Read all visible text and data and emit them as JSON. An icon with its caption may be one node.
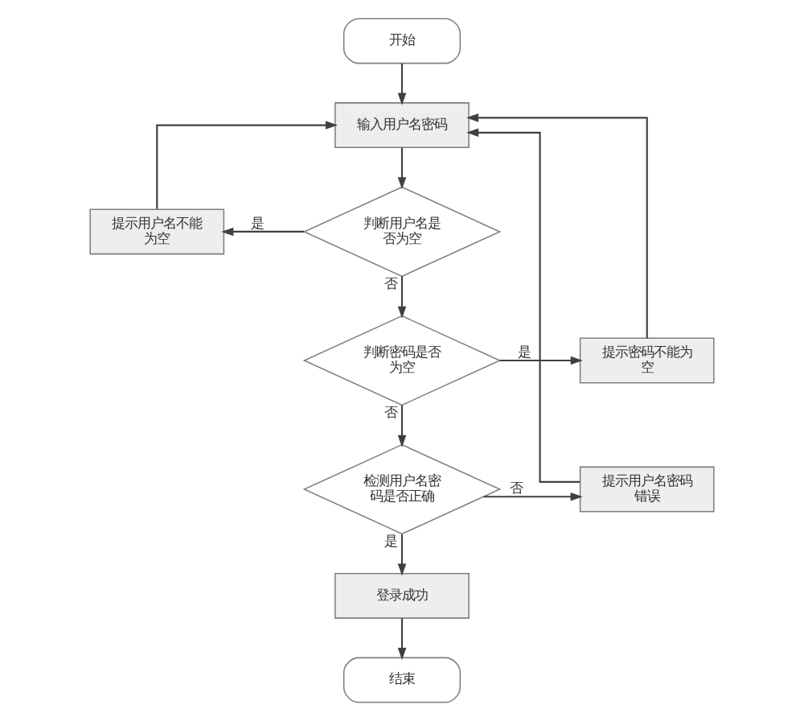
{
  "diagram": {
    "nodes": [
      {
        "text": [
          "开始"
        ]
      },
      {
        "text": [
          "输入用户名密码"
        ]
      },
      {
        "text": [
          "判断用户名是否为空"
        ]
      },
      {
        "text": [
          "提示用户名不能为空"
        ]
      },
      {
        "text": [
          "判断密码是否为空"
        ]
      },
      {
        "text": [
          "提示密码不能为空"
        ]
      },
      {
        "text": [
          "检测用户名密码是否正确"
        ]
      },
      {
        "text": [
          "提示用户名密码错误"
        ]
      },
      {
        "text": [
          "登录成功"
        ]
      },
      {
        "text": [
          "结束"
        ]
      }
    ],
    "edges": [
      {
        "from": 0,
        "to": 1,
        "arrow": "to"
      },
      {
        "from": 1,
        "to": 2,
        "arrow": "to"
      },
      {
        "from": 2,
        "to": 3,
        "arrow": "to",
        "label": "是"
      },
      {
        "from": 3,
        "to": 1,
        "arrow": "to"
      },
      {
        "from": 2,
        "to": 4,
        "arrow": "to",
        "label": "否"
      },
      {
        "from": 4,
        "to": 5,
        "arrow": "to",
        "label": "是"
      },
      {
        "from": 5,
        "to": 1,
        "arrow": "to"
      },
      {
        "from": 4,
        "to": 6,
        "arrow": "to",
        "label": "否"
      },
      {
        "from": 6,
        "to": 7,
        "arrow": "to",
        "label": "否"
      },
      {
        "from": 7,
        "to": 1,
        "arrow": "to"
      },
      {
        "from": 6,
        "to": 8,
        "arrow": "to",
        "label": "是"
      },
      {
        "from": 8,
        "to": 9,
        "arrow": "to"
      }
    ]
  }
}
